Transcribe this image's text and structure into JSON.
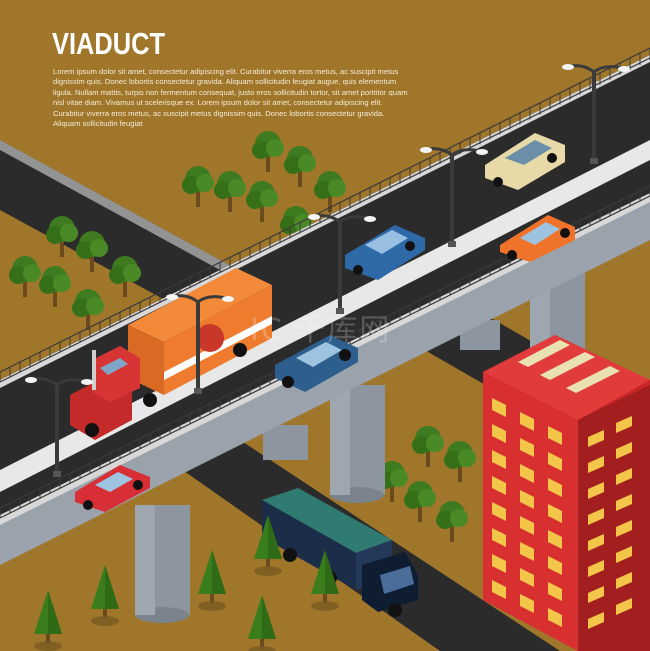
{
  "header": {
    "title": "VIADUCT",
    "body": "Lorem ipsum dolor sit amet, consectetur adipiscing elit. Curabitur viverra eros metus, ac suscipit metus dignissim quis. Donec lobortis consectetur gravida. Aliquam sollicitudin feugiat augue, quis elementum ligula. Nullam mattis, turpis non fermentum consequat, justo eros sollicitudin tortor, sit amet porttitor quam nisl vitae diam. Vivamus ut scelerisque ex. Lorem ipsum dolor sit amet, consectetur adipiscing elit. Curabitur viverra eros metus, ac suscipit metus dignissim quis. Donec lobortis consectetur gravida. Aliquam sollicitudin feugiat"
  },
  "watermark": "IC 千库网",
  "colors": {
    "ground": "#a0772a",
    "asphalt": "#2b2b2b",
    "deck_top": "#e8e8e8",
    "pillar": "#8d96a0",
    "tree_green": "#3e7a1f",
    "tree_trunk": "#6b4a1e",
    "building_red": "#d42a2a",
    "window_yellow": "#f3c64a"
  },
  "icons": [
    "truck-icon",
    "car-icon",
    "tree-icon",
    "street-lamp-icon",
    "building-icon"
  ]
}
